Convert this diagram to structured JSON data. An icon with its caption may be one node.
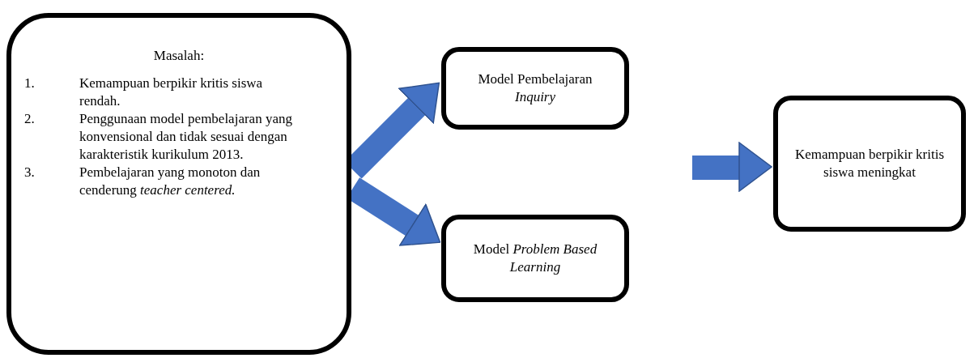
{
  "diagram": {
    "nodes": [
      {
        "text": [
          "Masalah:",
          "1. Kemampuan berpikir kritis siswa rendah.",
          "2. Penggunaan model pembelajaran yang konvensional dan tidak sesuai dengan karakteristik kurikulum 2013.",
          "3. Pembelajaran yang monoton dan cenderung *teacher centered.*"
        ]
      },
      {
        "text": [
          "Model Pembelajaran *Inquiry*"
        ]
      },
      {
        "text": [
          "Model *Problem Based Learning*"
        ]
      },
      {
        "text": [
          "Kemampuan berpikir kritis siswa meningkat"
        ]
      }
    ],
    "edges": [
      {
        "from": 0,
        "to": 1,
        "arrow": "to"
      },
      {
        "from": 0,
        "to": 2,
        "arrow": "to"
      },
      {
        "from": null,
        "to": 3,
        "arrow": "to"
      }
    ]
  }
}
